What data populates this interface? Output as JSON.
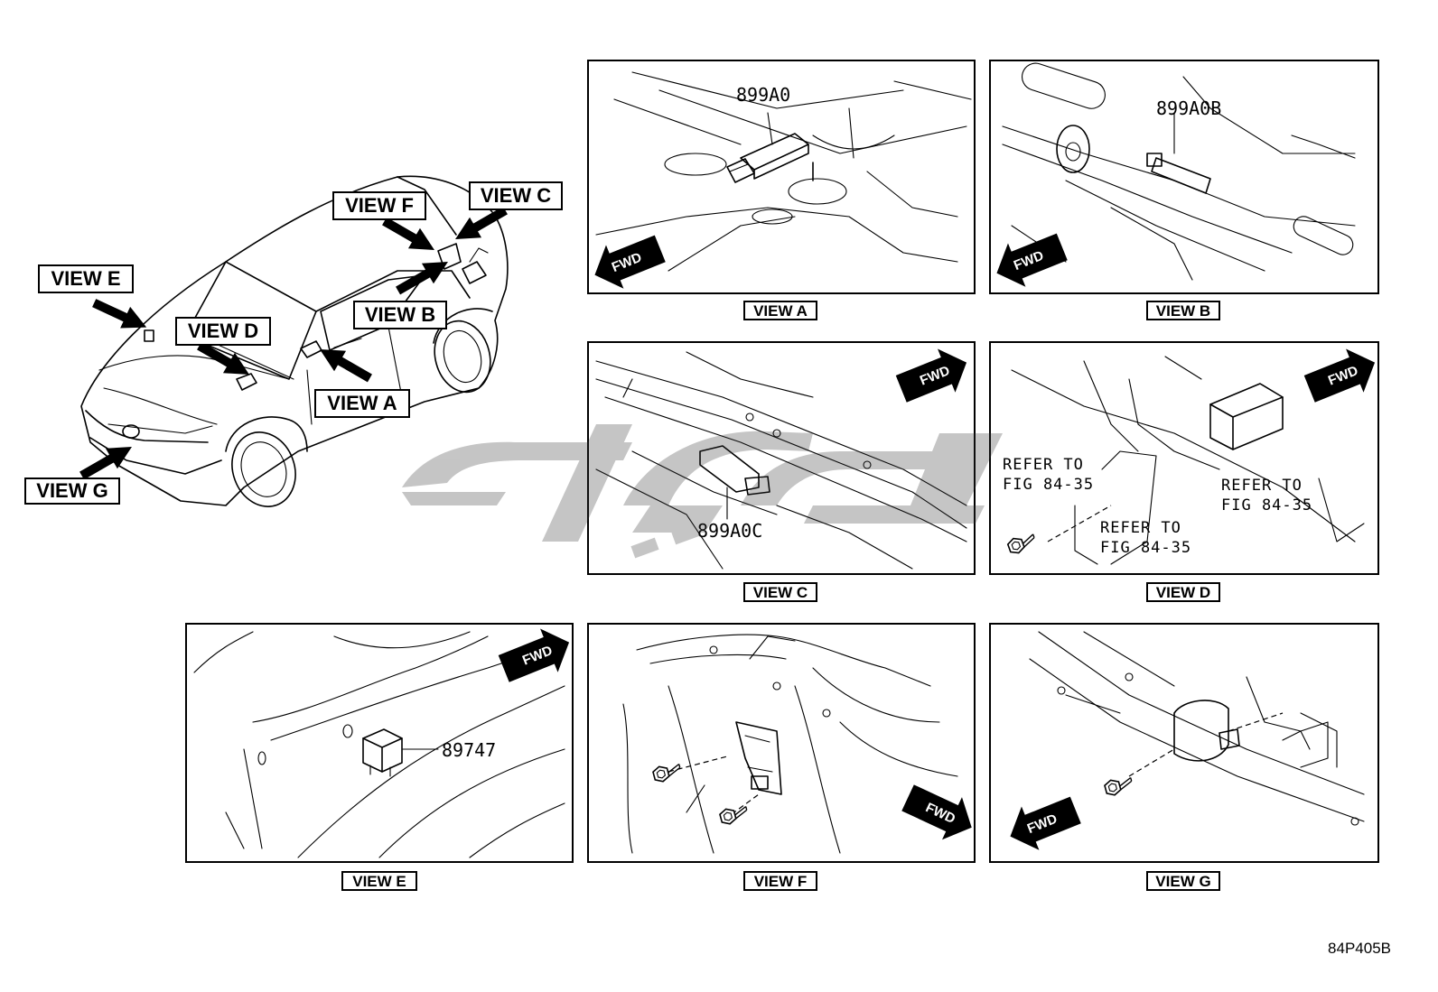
{
  "overview": {
    "labels": {
      "view_f": "VIEW F",
      "view_c": "VIEW C",
      "view_e": "VIEW E",
      "view_b": "VIEW B",
      "view_d": "VIEW D",
      "view_a": "VIEW A",
      "view_g": "VIEW G"
    }
  },
  "panels": {
    "a": {
      "caption": "VIEW A",
      "part_no": "899A0",
      "fwd": "FWD"
    },
    "b": {
      "caption": "VIEW B",
      "part_no": "899A0B",
      "fwd": "FWD"
    },
    "c": {
      "caption": "VIEW C",
      "part_no": "899A0C",
      "fwd": "FWD"
    },
    "d": {
      "caption": "VIEW D",
      "fwd": "FWD",
      "refer_1_line1": "REFER TO",
      "refer_1_line2": "FIG 84-35",
      "refer_2_line1": "REFER TO",
      "refer_2_line2": "FIG 84-35",
      "refer_3_line1": "REFER TO",
      "refer_3_line2": "FIG 84-35"
    },
    "e": {
      "caption": "VIEW E",
      "part_no": "89747",
      "fwd": "FWD"
    },
    "f": {
      "caption": "VIEW F",
      "fwd": "FWD"
    },
    "g": {
      "caption": "VIEW G",
      "fwd": "FWD"
    }
  },
  "drawing_code": "84P405B",
  "icons": [
    "arrow-icon",
    "fwd-arrow-icon",
    "bolt-icon",
    "sensor-icon",
    "relay-icon",
    "watermark-logo"
  ]
}
